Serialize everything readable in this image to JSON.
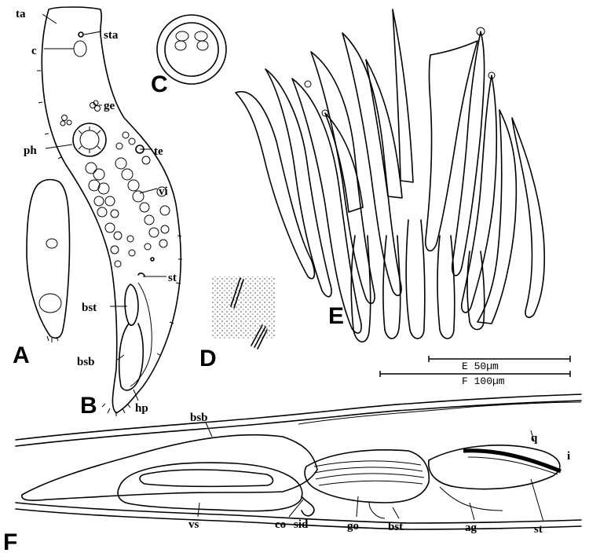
{
  "panels": {
    "A": "A",
    "B": "B",
    "C": "C",
    "D": "D",
    "E": "E",
    "F": "F"
  },
  "labels_B": {
    "ta": "ta",
    "sta": "sta",
    "c": "c",
    "ge": "ge",
    "ph": "ph",
    "te": "te",
    "vi": "vi",
    "st": "st",
    "bst": "bst",
    "bsb": "bsb",
    "hp": "hp"
  },
  "labels_F": {
    "bsb": "bsb",
    "q": "q",
    "i": "i",
    "vs": "vs",
    "co": "co",
    "sid": "sid",
    "go": "go",
    "bst": "bst",
    "ag": "ag",
    "st": "st"
  },
  "scale_bars": {
    "e": "E 50µm",
    "f": "F 100µm"
  },
  "colors": {
    "ink": "#000000",
    "paper": "#ffffff"
  }
}
